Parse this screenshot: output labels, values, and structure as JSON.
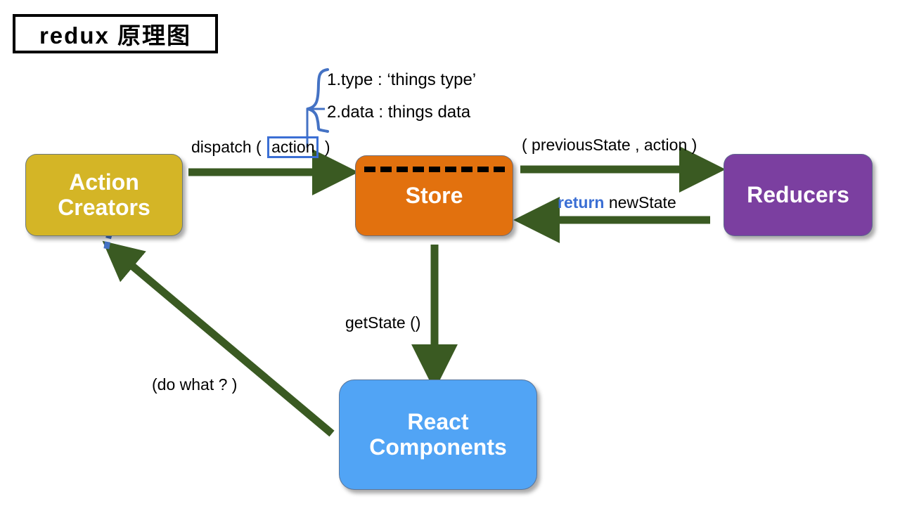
{
  "title": {
    "text": "redux 原理图"
  },
  "nodes": {
    "action_creators": {
      "label": "Action\nCreators",
      "line1": "Action",
      "line2": "Creators",
      "color": "#D4B526"
    },
    "store": {
      "label": "Store",
      "color": "#E2710E"
    },
    "reducers": {
      "label": "Reducers",
      "color": "#7B3FA0"
    },
    "react_components": {
      "label": "React\nComponents",
      "line1": "React",
      "line2": "Components",
      "color": "#51A4F5"
    }
  },
  "labels": {
    "dispatch_prefix": "dispatch ( ",
    "dispatch_token": "action",
    "dispatch_suffix": " )",
    "previous_state": "( previousState , action )",
    "return_keyword": "return",
    "return_value": " newState",
    "get_state": "getState ()",
    "do_what": "(do what ? )"
  },
  "brace": {
    "item1": "1.type : ‘things type’",
    "item2": "2.data :  things data"
  },
  "colors": {
    "arrow_green": "#3A5A22",
    "brace_blue": "#4472C4",
    "token_border_blue": "#3B6FD4",
    "return_keyword_blue": "#3B6FD4",
    "dash_black": "#000000"
  }
}
